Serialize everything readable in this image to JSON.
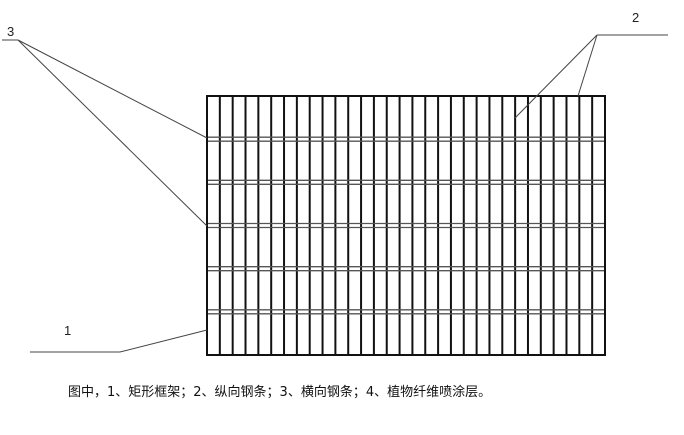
{
  "labels": {
    "one": "1",
    "two": "2",
    "three": "3"
  },
  "caption": "图中，1、矩形框架；2、纵向钢条；3、横向钢条；4、植物纤维喷涂层。",
  "grid": {
    "vertical_bars": 31,
    "horizontal_bars": 5
  },
  "colors": {
    "line": "#111111",
    "bar": "#555555"
  }
}
